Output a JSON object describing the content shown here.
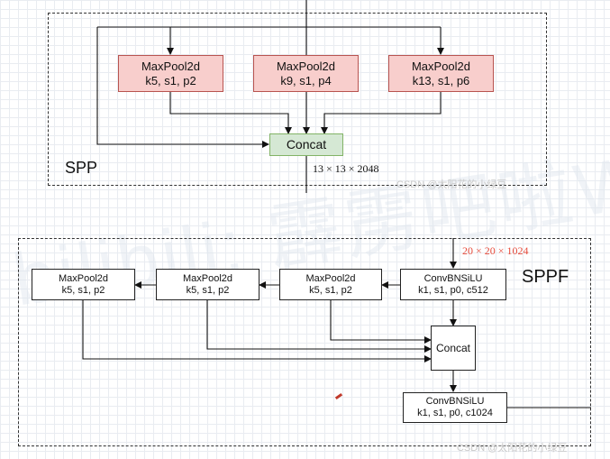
{
  "spp": {
    "label": "SPP",
    "pools": [
      {
        "name": "MaxPool2d",
        "params": "k5, s1, p2"
      },
      {
        "name": "MaxPool2d",
        "params": "k9, s1, p4"
      },
      {
        "name": "MaxPool2d",
        "params": "k13, s1, p6"
      }
    ],
    "concat": "Concat",
    "output_shape": "13 × 13 × 2048"
  },
  "sppf": {
    "label": "SPPF",
    "input_shape": "20 × 20 × 1024",
    "conv_in": {
      "name": "ConvBNSiLU",
      "params": "k1, s1, p0, c512"
    },
    "pools": [
      {
        "name": "MaxPool2d",
        "params": "k5, s1, p2"
      },
      {
        "name": "MaxPool2d",
        "params": "k5, s1, p2"
      },
      {
        "name": "MaxPool2d",
        "params": "k5, s1, p2"
      }
    ],
    "concat": "Concat",
    "conv_out": {
      "name": "ConvBNSiLU",
      "params": "k1, s1, p0, c1024"
    }
  },
  "watermarks": {
    "top": "CSDN @太阳花的小绿豆",
    "bottom": "CSDN @太阳花的小绿豆",
    "big": "bilibili: 霹雳吧啦Wz"
  },
  "colors": {
    "pool_fill": "#f8cecc",
    "pool_border": "#b85450",
    "concat_fill": "#d5e8d4",
    "concat_border": "#82b366",
    "accent_red": "#e74c3c"
  }
}
